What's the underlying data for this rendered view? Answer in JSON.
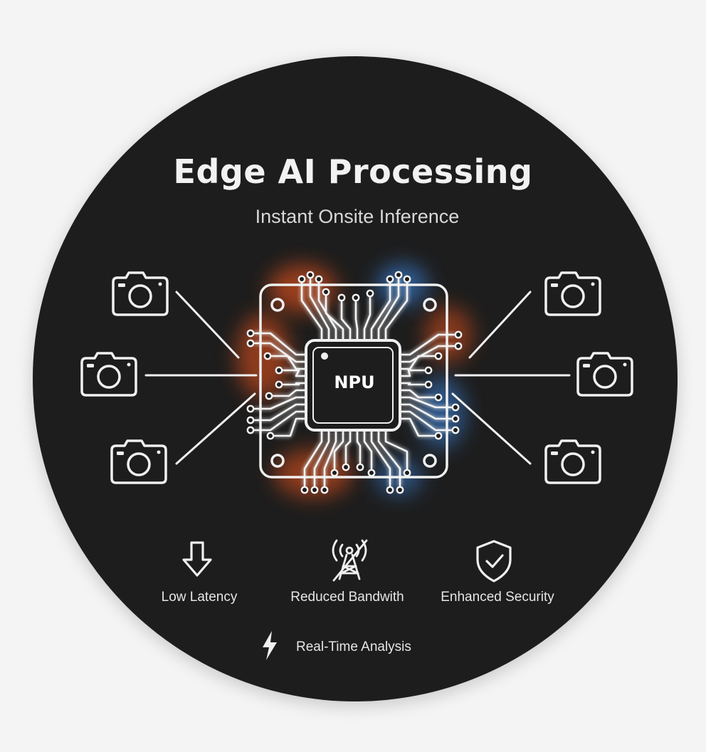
{
  "header": {
    "title": "Edge AI Processing",
    "subtitle": "Instant Onsite Inference"
  },
  "chip": {
    "label": "NPU"
  },
  "colors": {
    "background": "#f4f4f4",
    "disc": "#1d1d1d",
    "line": "#f0f0f0",
    "orange_glow": "#ff6a2a",
    "blue_glow": "#4fa7ff"
  },
  "cameras": {
    "left": [
      "camera-icon",
      "camera-icon",
      "camera-icon"
    ],
    "right": [
      "camera-icon",
      "camera-icon",
      "camera-icon"
    ]
  },
  "features": [
    {
      "icon": "arrow-down-icon",
      "label": "Low Latency"
    },
    {
      "icon": "signal-tower-off-icon",
      "label": "Reduced Bandwith"
    },
    {
      "icon": "shield-check-icon",
      "label": "Enhanced Security"
    }
  ],
  "footer": {
    "icon": "lightning-icon",
    "label": "Real-Time Analysis"
  }
}
